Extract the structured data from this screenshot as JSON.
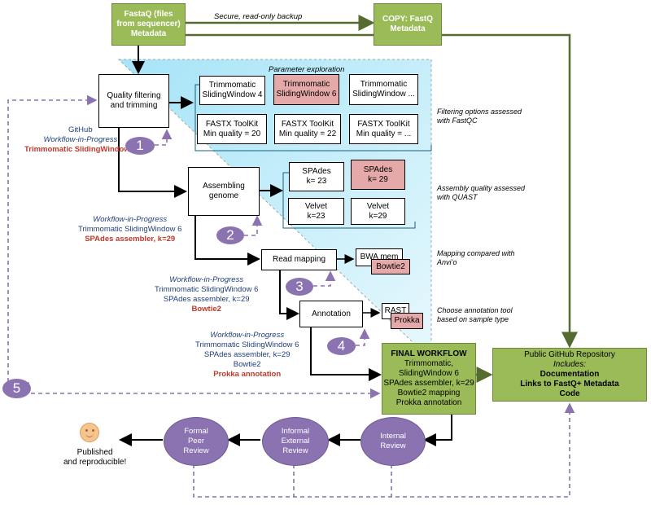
{
  "source": {
    "line1": "FastaQ (files",
    "line2": "from sequencer)",
    "line3": "Metadata"
  },
  "backup_label": "Secure, read-only backup",
  "copy": {
    "line1": "COPY: FastQ",
    "line2": "Metadata"
  },
  "param_title": "Parameter exploration",
  "steps": {
    "quality": {
      "line1": "Quality filtering",
      "line2": "and trimming"
    },
    "assembling": {
      "line1": "Assembling",
      "line2": "genome"
    },
    "mapping": "Read mapping",
    "annotation": "Annotation"
  },
  "options": {
    "tsw4": {
      "l1": "Trimmomatic",
      "l2": "SlidingWindow 4"
    },
    "tsw6": {
      "l1": "Trimmomatic",
      "l2": "SlidingWindow 6"
    },
    "tswx": {
      "l1": "Trimmomatic",
      "l2": "SlidingWindow ..."
    },
    "fq20": {
      "l1": "FASTX ToolKit",
      "l2": "Min quality  = 20"
    },
    "fq22": {
      "l1": "FASTX ToolKit",
      "l2": "Min quality = 22"
    },
    "fqx": {
      "l1": "FASTX ToolKit",
      "l2": "Min quality = ..."
    },
    "spa23": {
      "l1": "SPAdes",
      "l2": "k= 23"
    },
    "spa29": {
      "l1": "SPAdes",
      "l2": "k= 29"
    },
    "vel23": {
      "l1": "Velvet",
      "l2": "k=23"
    },
    "vel29": {
      "l1": "Velvet",
      "l2": "k=29"
    },
    "bwa": "BWA mem",
    "bowtie": "Bowtie2",
    "rast": "RAST",
    "prokka": "Prokka"
  },
  "notes": {
    "n1a": "Filtering options assessed",
    "n1b": "with FastQC",
    "n2a": "Assembly quality assessed",
    "n2b": "with QUAST",
    "n3a": "Mapping compared with",
    "n3b": "Anvi’o",
    "n4a": "Choose annotation tool",
    "n4b": "based on sample type"
  },
  "wip1": {
    "l1": "GitHub",
    "l2": "Workflow-in-Progress",
    "l3": "Trimmomatic SlidingWindow 6"
  },
  "wip2": {
    "l1": "Workflow-in-Progress",
    "l2": "Trimmomatic SlidingWindow 6",
    "l3": "SPAdes assembler, k=29"
  },
  "wip3": {
    "l1": "Workflow-in-Progress",
    "l2": "Trimmomatic SlidingWindow 6",
    "l3": "SPAdes assembler, k=29",
    "l4": "Bowtie2"
  },
  "wip4": {
    "l1": "Workflow-in-Progress",
    "l2": "Trimmomatic SlidingWindow 6",
    "l3": "SPAdes assembler, k=29",
    "l4": "Bowtie2",
    "l5": "Prokka annotation"
  },
  "circles": [
    "1",
    "2",
    "3",
    "4",
    "5"
  ],
  "final": {
    "l1": "FINAL WORKFLOW",
    "l2": "Trimmomatic,",
    "l3": "SlidingWindow 6",
    "l4": "SPAdes assembler, k=29",
    "l5": "Bowtie2 mapping",
    "l6": "Prokka annotation"
  },
  "repo": {
    "l1": "Public GitHub Repository",
    "l2": "Includes:",
    "l3": "Documentation",
    "l4": "Links to FastQ+ Metadata",
    "l5": "Code"
  },
  "reviews": {
    "internal": {
      "l1": "Internal",
      "l2": "Review"
    },
    "informal": {
      "l1": "Informal",
      "l2": "External",
      "l3": "Review"
    },
    "formal": {
      "l1": "Formal",
      "l2": "Peer",
      "l3": "Review"
    }
  },
  "published": {
    "l1": "Published",
    "l2": "and reproducible!"
  },
  "colors": {
    "green": "#9bbb59",
    "green_border": "#6b8a3a",
    "purple": "#8a73b0",
    "pink": "#e4a9a8",
    "cyan": "#b9ecfb",
    "blue_text": "#1f3f7a",
    "red_text": "#c0392b"
  },
  "icons": {
    "published": "smiley-icon"
  }
}
